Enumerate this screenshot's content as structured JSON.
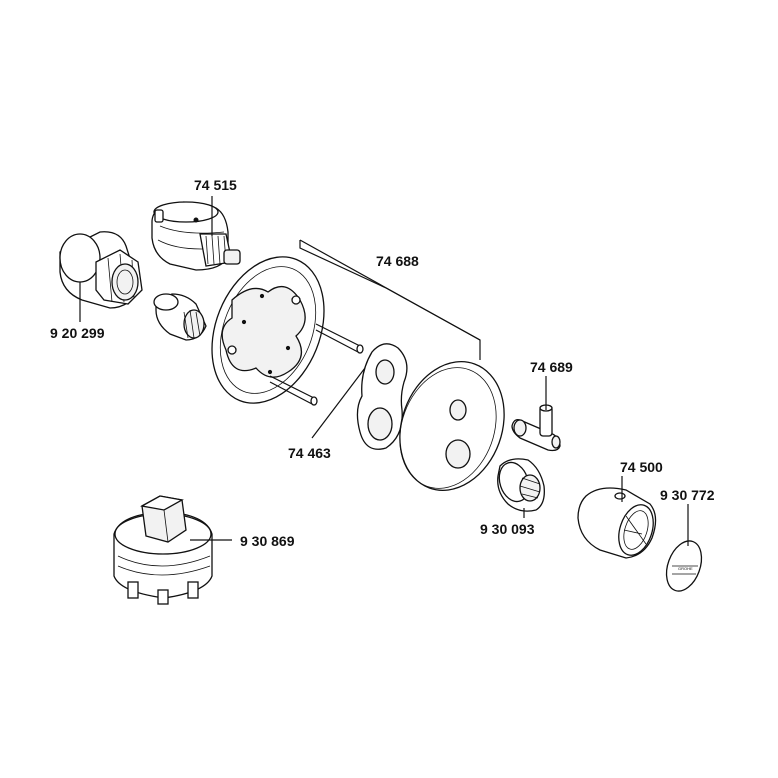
{
  "parts": [
    {
      "id": "p74515",
      "number": "74 515"
    },
    {
      "id": "p920299",
      "number": "9 20 299"
    },
    {
      "id": "p74688",
      "number": "74 688"
    },
    {
      "id": "p74689",
      "number": "74 689"
    },
    {
      "id": "p74463",
      "number": "74 463"
    },
    {
      "id": "p74500",
      "number": "74 500"
    },
    {
      "id": "p930772",
      "number": "9 30 772"
    },
    {
      "id": "p930093",
      "number": "9 30 093"
    },
    {
      "id": "p930869",
      "number": "9 30 869"
    }
  ],
  "cap_marking": "GROHE"
}
